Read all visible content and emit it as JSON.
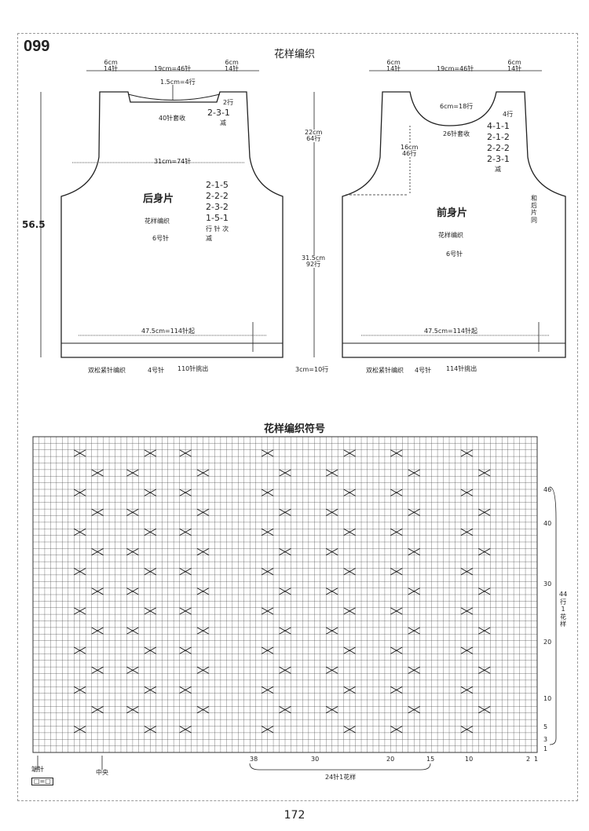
{
  "page_label": "099",
  "title": "花样编织",
  "page_number": "172",
  "back": {
    "shoulder_left": "6cm\n14针",
    "neck_width": "19cm=46针",
    "shoulder_right": "6cm\n14针",
    "neck_depth": "1.5cm=4行",
    "neck_bindoff": "40针套收",
    "neck_dec_rows": "2行",
    "neck_dec_1": "2-3-1",
    "neck_dec_label": "减",
    "width": "31cm=74针",
    "name": "后身片",
    "pattern": "花样编织",
    "needle": "6号针",
    "arm_dec": [
      "2-1-5",
      "2-2-2",
      "2-3-2",
      "1-5-1"
    ],
    "arm_dec_label": "行 针 次",
    "arm_dec_label2": "减",
    "total_height": "56.5",
    "cast_on": "47.5cm=114针起",
    "rib": "双松紧针编织",
    "rib_needle": "4号针",
    "pickup": "110针挑出"
  },
  "middle": {
    "armhole_h": "22cm\n64行",
    "body_h": "31.5cm\n92行",
    "rib_h": "3cm=10行"
  },
  "front": {
    "shoulder_left": "6cm\n14针",
    "neck_width": "19cm=46针",
    "shoulder_right": "6cm\n14针",
    "neck_inner": "6cm=18行",
    "neck_bindoff": "26针套收",
    "neck_depth": "16cm\n46行",
    "neck_dec_rows": "4行",
    "neck_dec": [
      "4-1-1",
      "2-1-2",
      "2-2-2",
      "2-3-1"
    ],
    "neck_dec_label": "减",
    "same_as_back": "和\n后\n片\n同",
    "name": "前身片",
    "pattern": "花样编织",
    "needle": "6号针",
    "cast_on": "47.5cm=114针起",
    "rib": "双松紧针编织",
    "rib_needle": "4号针",
    "pickup": "114针挑出"
  },
  "chart": {
    "title": "花样编织符号",
    "row_ticks": [
      "46",
      "40",
      "30",
      "20",
      "10",
      "5",
      "3",
      "1"
    ],
    "col_ticks": [
      "38",
      "30",
      "20",
      "15",
      "10",
      "2",
      "1"
    ],
    "repeat_label": "24针1花样",
    "side_label": "44\n行\n1\n花\n样",
    "edge_label": "端针",
    "center_label": "中央",
    "legend": "□=□"
  }
}
